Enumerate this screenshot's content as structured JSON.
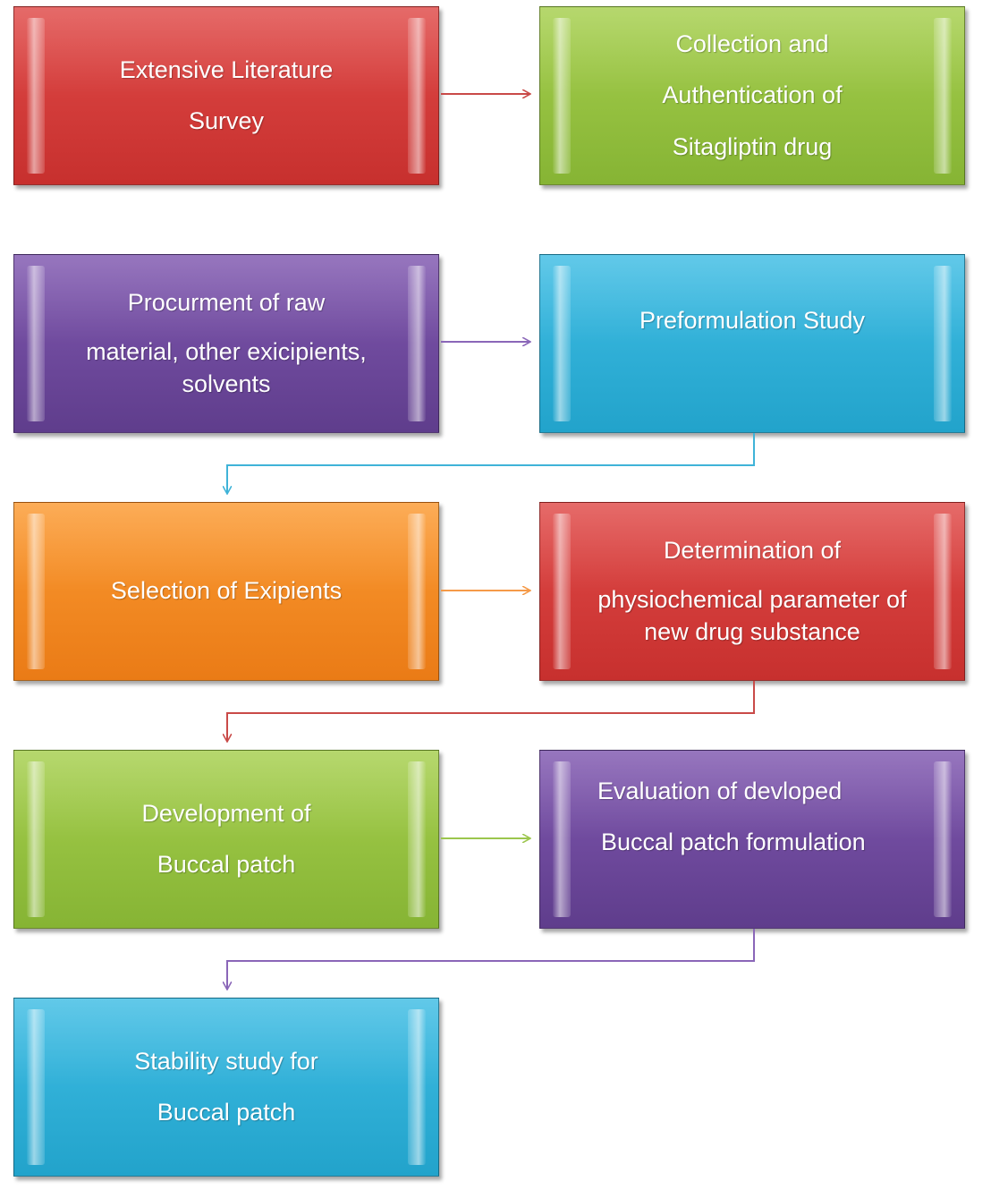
{
  "steps": [
    {
      "id": "literature",
      "lines": [
        "Extensive Literature",
        "Survey"
      ],
      "color": "#d63a38"
    },
    {
      "id": "collection",
      "lines": [
        "Collection and",
        "Authentication of",
        "Sitagliptin drug"
      ],
      "color": "#9bc640"
    },
    {
      "id": "procurement",
      "lines": [
        "Procurment of raw",
        "material, other exicipients,",
        "solvents"
      ],
      "color": "#7150a0"
    },
    {
      "id": "preformulation",
      "lines": [
        "Preformulation Study"
      ],
      "color": "#33b4dc"
    },
    {
      "id": "selection",
      "lines": [
        "Selection of Exipients"
      ],
      "color": "#f58a24"
    },
    {
      "id": "determination",
      "lines": [
        "Determination of",
        "physiochemical parameter of",
        "new drug substance"
      ],
      "color": "#d63a38"
    },
    {
      "id": "development",
      "lines": [
        "Development of",
        "Buccal patch"
      ],
      "color": "#9bc640"
    },
    {
      "id": "evaluation",
      "lines": [
        "Evaluation of devloped",
        "Buccal patch formulation"
      ],
      "color": "#7150a0"
    },
    {
      "id": "stability",
      "lines": [
        "Stability study for",
        "Buccal patch"
      ],
      "color": "#33b4dc"
    }
  ],
  "connector_colors": {
    "red": "#c94a48",
    "purple": "#8a66b8",
    "blue": "#3fb3d8",
    "orange": "#f59a48",
    "green": "#9cc64e"
  }
}
